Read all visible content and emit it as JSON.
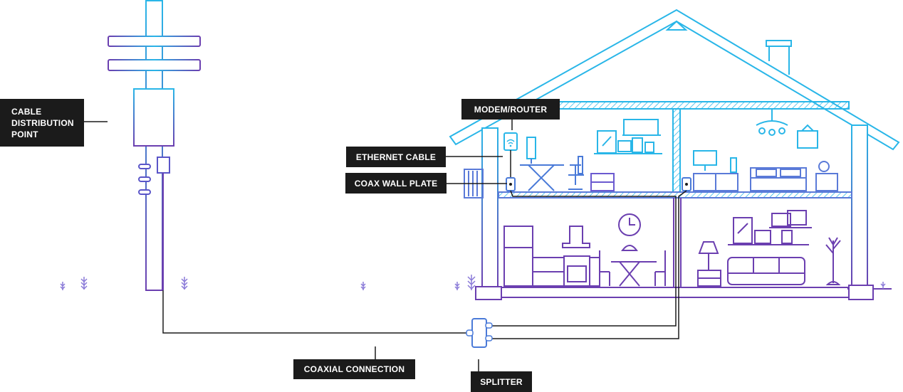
{
  "labels": {
    "cable_distribution_point": [
      "CABLE",
      "DISTRIBUTION",
      "POINT"
    ],
    "modem_router": "MODEM/ROUTER",
    "ethernet_cable": "ETHERNET CABLE",
    "coax_wall_plate": "COAX WALL PLATE",
    "coaxial_connection": "COAXIAL CONNECTION",
    "splitter": "SPLITTER"
  },
  "colors": {
    "cyan": "#29b6e8",
    "purple": "#6b3fb0",
    "black": "#1b1b1b",
    "label_bg": "#1b1b1b",
    "label_text": "#ffffff"
  }
}
